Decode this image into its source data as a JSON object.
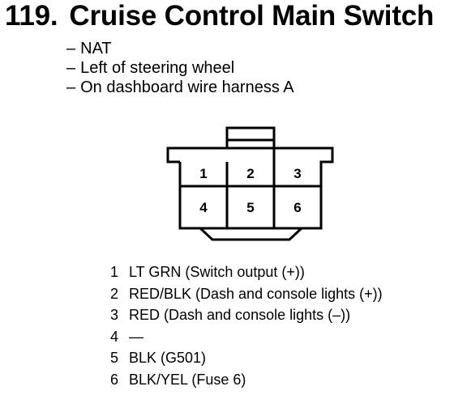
{
  "header": {
    "number": "119.",
    "title": "Cruise Control Main Switch"
  },
  "notes": [
    {
      "dash": "–",
      "text": "NAT"
    },
    {
      "dash": "–",
      "text": "Left of steering wheel"
    },
    {
      "dash": "–",
      "text": "On dashboard wire harness A"
    }
  ],
  "connector": {
    "cells": [
      "1",
      "2",
      "3",
      "4",
      "5",
      "6"
    ]
  },
  "pins": [
    {
      "num": "1",
      "desc": "LT GRN (Switch output (+))"
    },
    {
      "num": "2",
      "desc": "RED/BLK (Dash and console lights (+))"
    },
    {
      "num": "3",
      "desc": "RED (Dash and console lights (–))"
    },
    {
      "num": "4",
      "desc": "—"
    },
    {
      "num": "5",
      "desc": "BLK (G501)"
    },
    {
      "num": "6",
      "desc": "BLK/YEL (Fuse 6)"
    }
  ]
}
